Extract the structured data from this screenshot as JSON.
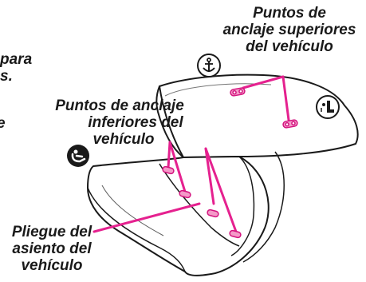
{
  "labels": {
    "upper_anchors": [
      "Puntos de",
      "anclaje superiores",
      "del vehículo"
    ],
    "lower_anchors": [
      "Puntos de anclaje",
      "inferiores del",
      "vehículo"
    ],
    "seat_crease": [
      "Pliegue del",
      "asiento del",
      "vehículo"
    ],
    "cropped_left": [
      "para",
      "s.",
      "e"
    ]
  },
  "icons": {
    "top": "anchor-icon",
    "right": "child-seat-icon",
    "left": "infant-seat-icon"
  },
  "colors": {
    "leader_line": "#e5218f",
    "anchor_fill": "#f49ac8",
    "anchor_stroke": "#d4147f",
    "outline": "#1a1a1a",
    "text": "#1a1a1a"
  }
}
